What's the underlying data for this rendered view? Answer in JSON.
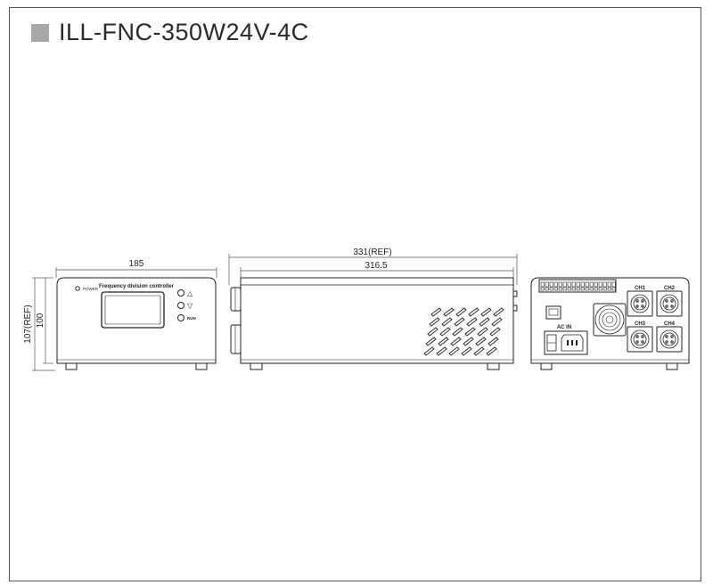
{
  "title": "ILL-FNC-350W24V-4C",
  "front_view": {
    "width_label": "185",
    "height_label": "100",
    "height_ref_label": "107(REF)",
    "power_label": "POWER",
    "panel_title": "Frequency division controller",
    "up_label": "△",
    "down_label": "▽",
    "run_label": "RUN"
  },
  "side_view": {
    "overall_label": "331(REF)",
    "body_label": "316.5"
  },
  "rear_view": {
    "ac_in_label": "AC IN",
    "channels": [
      "CH1",
      "CH2",
      "CH3",
      "CH4"
    ]
  }
}
